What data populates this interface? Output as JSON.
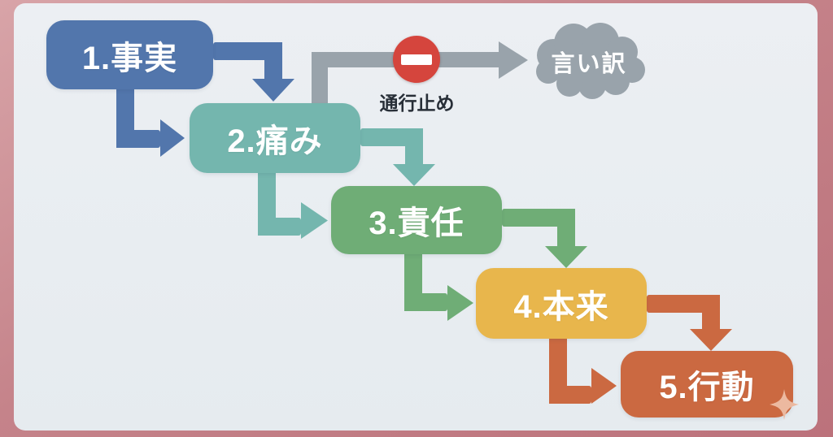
{
  "diagram": {
    "background_color": "#c5838a",
    "panel_color": "#e9edf1",
    "text_color": "#ffffff",
    "steps": [
      {
        "label": "1.事実",
        "color": "#5276ac"
      },
      {
        "label": "2.痛み",
        "color": "#74b6ae"
      },
      {
        "label": "3.責任",
        "color": "#6fad76"
      },
      {
        "label": "4.本来",
        "color": "#e8b64c"
      },
      {
        "label": "5.行動",
        "color": "#cb6941"
      }
    ],
    "detour": {
      "sign_label": "通行止め",
      "sign_color": "#d5453d",
      "sign_bar_color": "#ffffff",
      "label_color": "#272e37",
      "cloud_label": "言い訳",
      "cloud_color": "#99a3ab",
      "arrow_color": "#99a3ab",
      "cloud_text_color": "#ffffff"
    },
    "sparkle_color": "#ecb9a0"
  }
}
